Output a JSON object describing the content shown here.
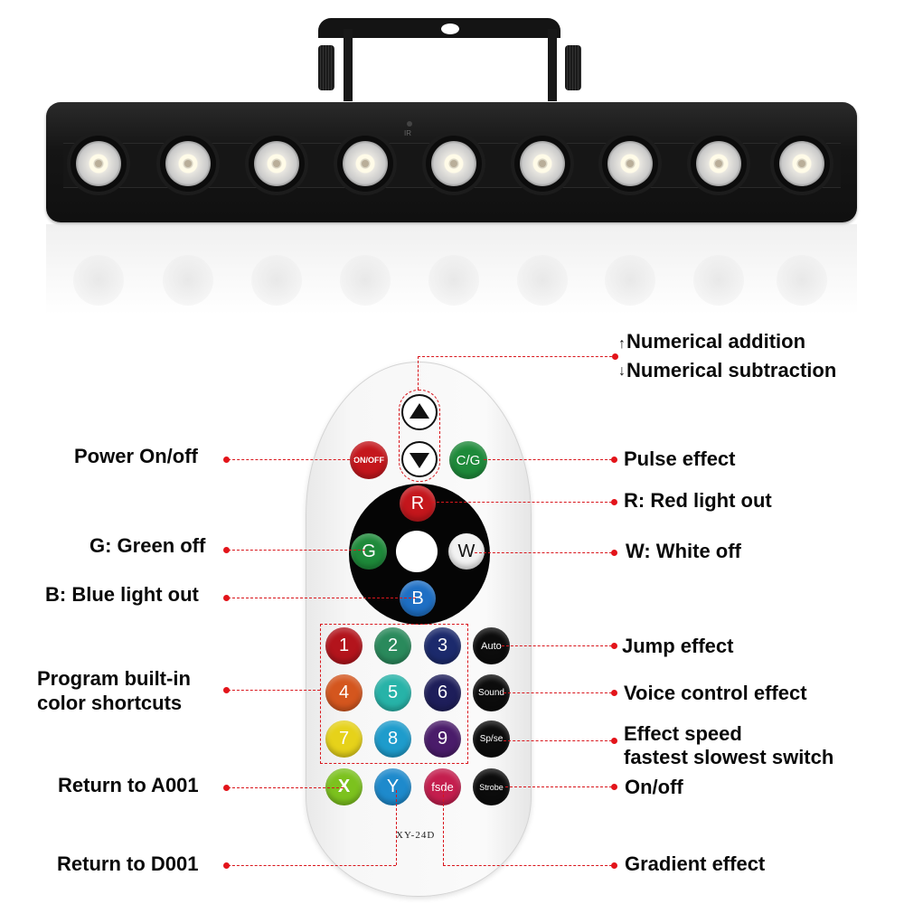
{
  "product": {
    "device": "LED light bar",
    "led_count": 9,
    "ir_label": "IR",
    "colors": {
      "annotation": "#e3141a",
      "body": "#141414",
      "remote_body": "#f5f5f5"
    }
  },
  "remote": {
    "model": "XY-24D",
    "buttons": {
      "up": {
        "icon": "triangle-up-icon"
      },
      "down": {
        "icon": "triangle-down-icon"
      },
      "on_off": {
        "label": "ON/OFF",
        "color": "#c4161c"
      },
      "cg": {
        "label": "C/G",
        "color": "#1e8a3a"
      },
      "r": {
        "label": "R",
        "color": "#c4161c"
      },
      "g": {
        "label": "G",
        "color": "#1e8a3a"
      },
      "w": {
        "label": "W",
        "color": "#f2f2f2"
      },
      "b": {
        "label": "B",
        "color": "#1e6fc4"
      },
      "numbers": [
        {
          "label": "1",
          "color": "#b3141c"
        },
        {
          "label": "2",
          "color": "#2a8a5c"
        },
        {
          "label": "3",
          "color": "#1c2a6c"
        },
        {
          "label": "4",
          "color": "#d4561e"
        },
        {
          "label": "5",
          "color": "#27b3a8"
        },
        {
          "label": "6",
          "color": "#1e1e5a"
        },
        {
          "label": "7",
          "color": "#e6d21a"
        },
        {
          "label": "8",
          "color": "#1e9ccc"
        },
        {
          "label": "9",
          "color": "#4a1c6a"
        }
      ],
      "auto": {
        "label": "Auto"
      },
      "sound": {
        "label": "Sound"
      },
      "spse": {
        "label": "Sp/se"
      },
      "strobe": {
        "label": "Strobe"
      },
      "x": {
        "label": "X",
        "color": "#7cc21e"
      },
      "y": {
        "label": "Y",
        "color": "#1e8acc"
      },
      "fsde": {
        "label": "fsde",
        "color": "#c41e4e"
      }
    }
  },
  "annotations": {
    "numerical_addition": "Numerical addition",
    "numerical_subtraction": "Numerical subtraction",
    "power": "Power On/off",
    "pulse": "Pulse effect",
    "red": "R: Red light out",
    "green": "G: Green off",
    "white": "W: White off",
    "blue": "B: Blue light out",
    "jump": "Jump effect",
    "program_line1": "Program built-in",
    "program_line2": "color shortcuts",
    "voice": "Voice control effect",
    "speed_line1": "Effect speed",
    "speed_line2": "fastest slowest switch",
    "return_a": "Return to A001",
    "strobe_onoff": "On/off",
    "return_d": "Return to D001",
    "gradient": "Gradient effect"
  }
}
